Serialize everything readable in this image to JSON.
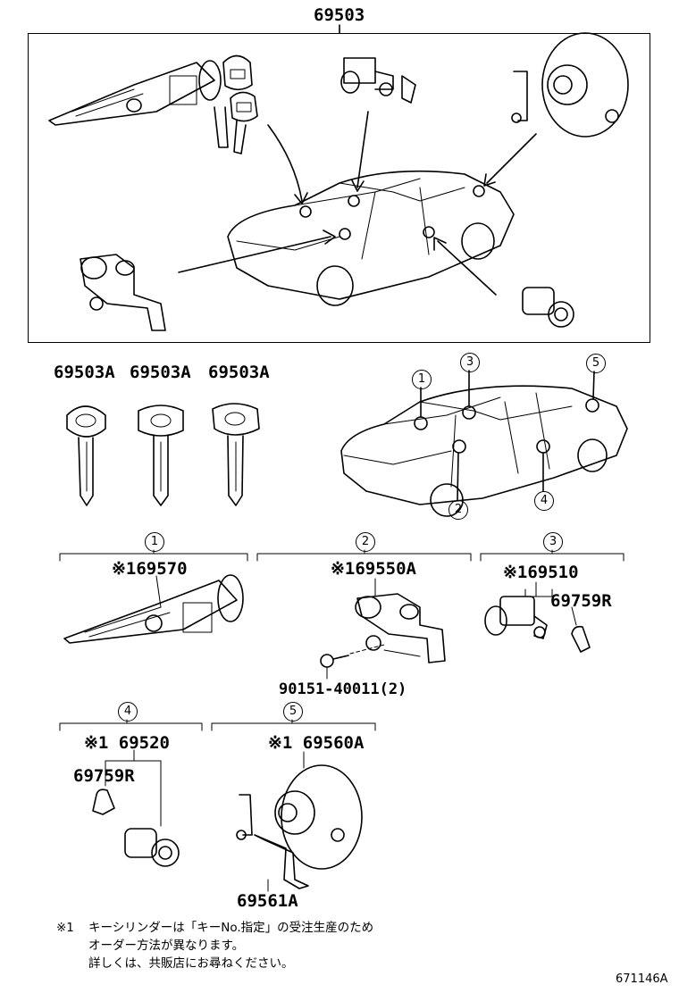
{
  "top_set": {
    "part_number": "69503"
  },
  "keys": [
    {
      "part_number": "69503A"
    },
    {
      "part_number": "69503A"
    },
    {
      "part_number": "69503A"
    }
  ],
  "callouts": [
    "1",
    "2",
    "3",
    "4",
    "5"
  ],
  "sections": {
    "s1": {
      "callout": "1",
      "main_part": "※169570"
    },
    "s2": {
      "callout": "2",
      "main_part": "※169550A",
      "screw": "90151-40011(2)"
    },
    "s3": {
      "callout": "3",
      "main_part": "※169510",
      "sub_part": "69759R"
    },
    "s4": {
      "callout": "4",
      "main_part": "※1 69520",
      "sub_part": "69759R"
    },
    "s5": {
      "callout": "5",
      "main_part": "※1 69560A",
      "sub_part": "69561A"
    }
  },
  "footnote": {
    "mark": "※1",
    "lines": [
      "キーシリンダーは「キーNo.指定」の受注生産のため",
      "オーダー方法が異なります。",
      "詳しくは、共販店にお尋ねください。"
    ]
  },
  "figure_id": "671146A"
}
